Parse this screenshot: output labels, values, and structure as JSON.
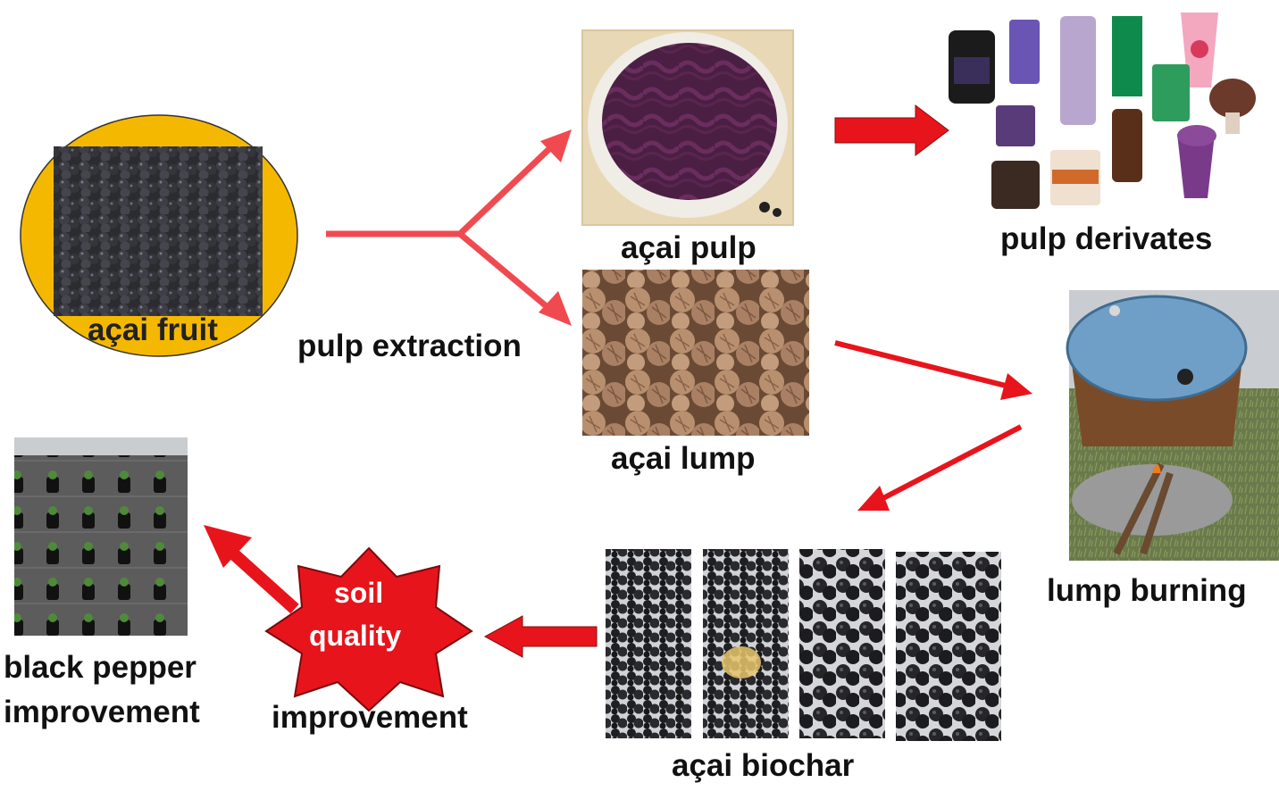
{
  "labels": {
    "acai_fruit": "açai fruit",
    "pulp_extraction": "pulp extraction",
    "acai_pulp": "açai pulp",
    "pulp_derivates": "pulp derivates",
    "acai_lump": "açai lump",
    "lump_burning": "lump burning",
    "acai_biochar": "açai biochar",
    "soil_quality_line1": "soil",
    "soil_quality_line2": "quality",
    "improvement": "improvement",
    "black_pepper_line1": "black pepper",
    "black_pepper_line2": "improvement"
  },
  "colors": {
    "arrow_red": "#e8141b",
    "arrow_pink": "#f04a50",
    "fruit_circle": "#f5b800",
    "star_red": "#e8141b"
  }
}
